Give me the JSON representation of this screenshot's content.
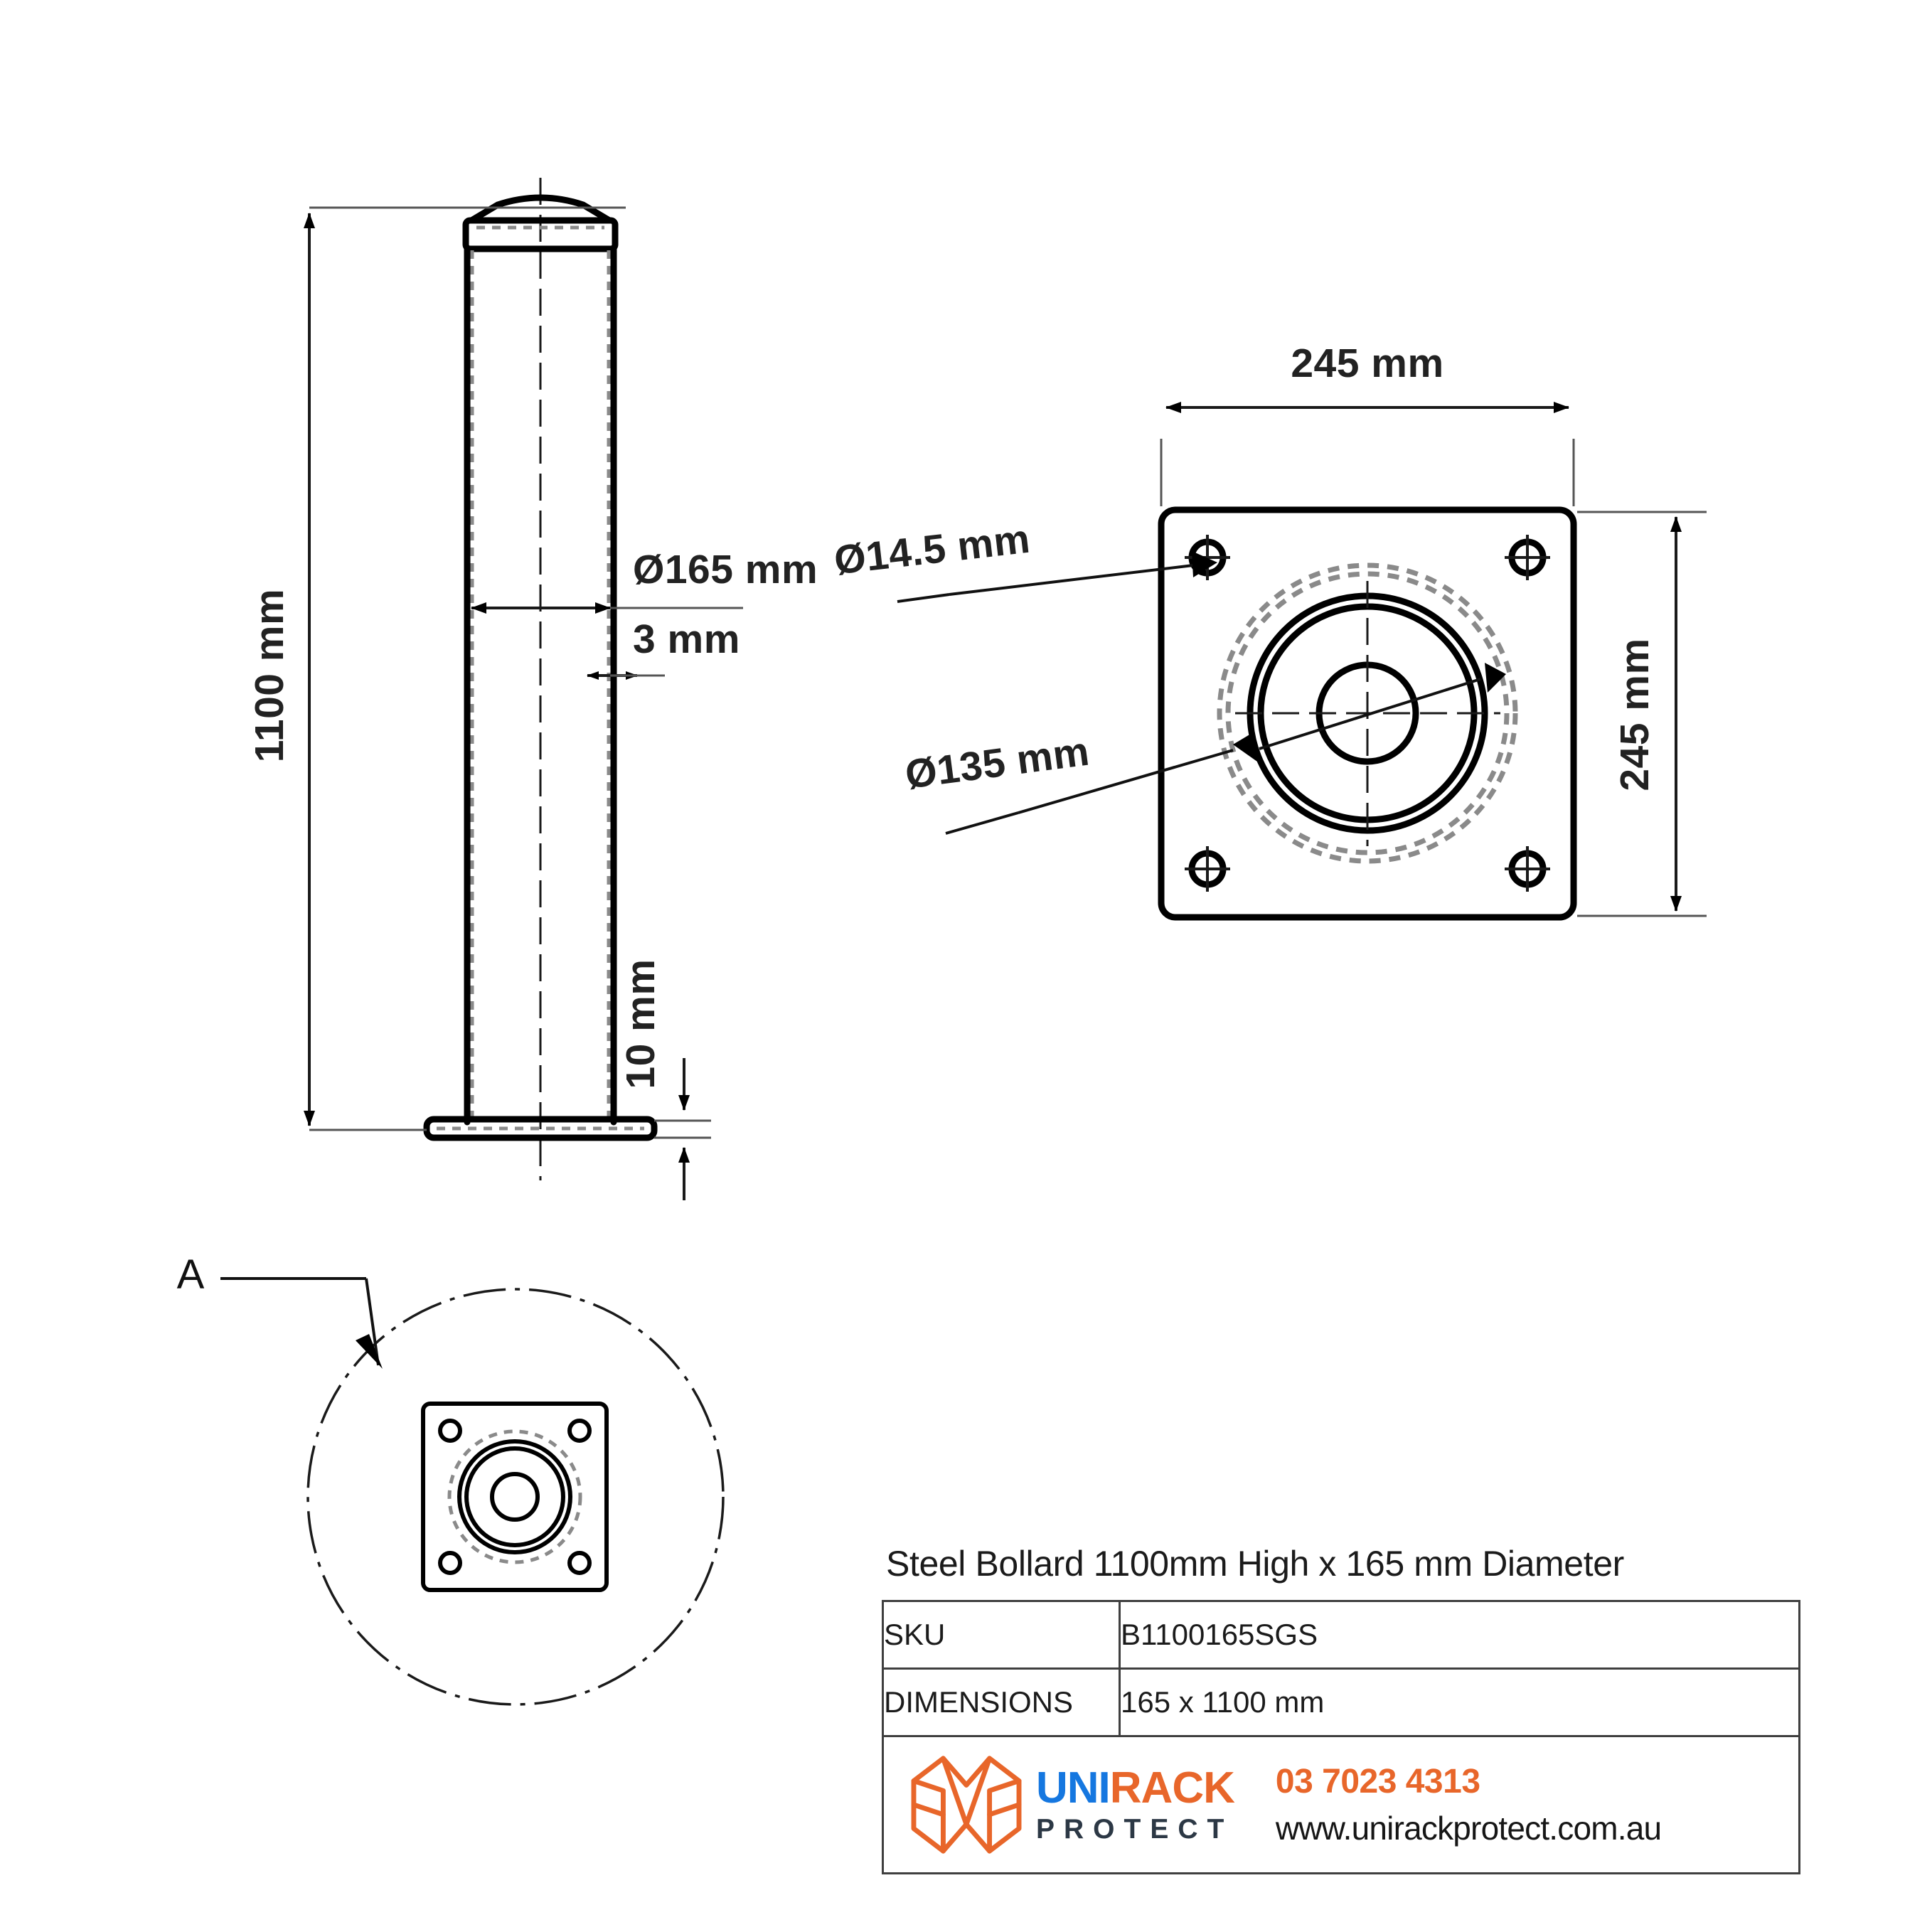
{
  "drawing": {
    "title": "Steel Bollard 1100mm High x 165 mm Diameter",
    "detail_callout_label": "A"
  },
  "dimensions": {
    "height": "1100 mm",
    "outer_diameter": "Ø165 mm",
    "wall_thickness": "3 mm",
    "base_plate_thickness": "10 mm",
    "plate_width": "245 mm",
    "plate_depth": "245 mm",
    "bolt_hole_diameter": "Ø14.5 mm",
    "inner_bore_diameter": "Ø135 mm"
  },
  "spec_table": {
    "rows": [
      {
        "key": "SKU",
        "value": "B1100165SGS"
      },
      {
        "key": "DIMENSIONS",
        "value": "165 x 1100 mm"
      }
    ]
  },
  "brand": {
    "logo_uni": "UNI",
    "logo_rack": "RACK",
    "logo_protect": "PROTECT",
    "phone": "03 7023 4313",
    "website": "www.unirackprotect.com.au",
    "color_blue": "#1577E0",
    "color_orange": "#E8662A",
    "color_navy": "#2C3845"
  }
}
